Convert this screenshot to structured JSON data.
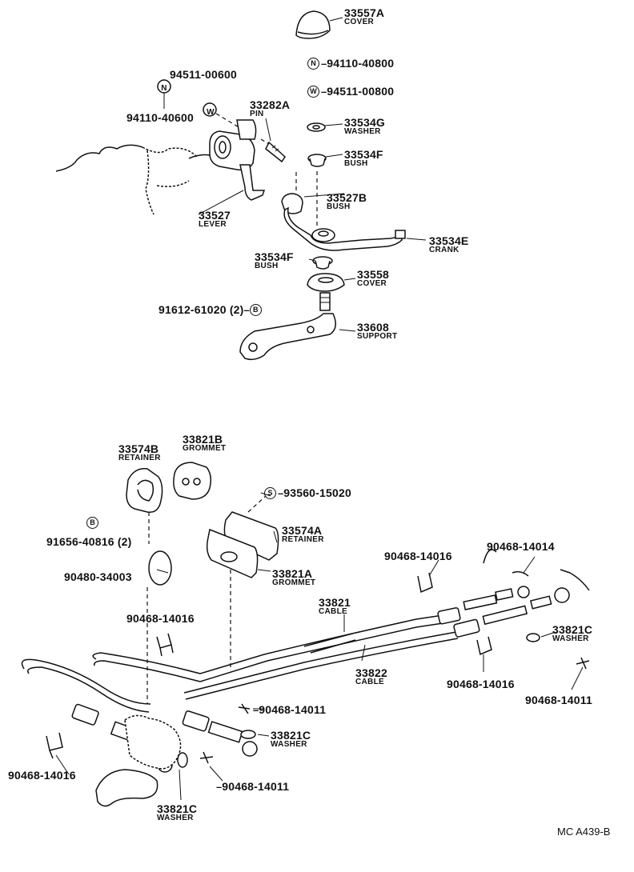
{
  "callouts": [
    {
      "id": "c1",
      "part": "33557A",
      "desc": "COVER",
      "sym": ""
    },
    {
      "id": "c2",
      "part": "94110-40800",
      "desc": "",
      "sym": "N"
    },
    {
      "id": "c3",
      "part": "94511-00800",
      "desc": "",
      "sym": "W"
    },
    {
      "id": "c4",
      "part": "94511-00600",
      "desc": "",
      "sym": ""
    },
    {
      "id": "c5",
      "part": "94110-40600",
      "desc": "",
      "sym": ""
    },
    {
      "id": "c6",
      "part": "33282A",
      "desc": "PIN",
      "sym": ""
    },
    {
      "id": "c7",
      "part": "33534G",
      "desc": "WASHER",
      "sym": ""
    },
    {
      "id": "c8",
      "part": "33534F",
      "desc": "BUSH",
      "sym": ""
    },
    {
      "id": "c9",
      "part": "33527B",
      "desc": "BUSH",
      "sym": ""
    },
    {
      "id": "c10",
      "part": "33527",
      "desc": "LEVER",
      "sym": ""
    },
    {
      "id": "c11",
      "part": "33534E",
      "desc": "CRANK",
      "sym": ""
    },
    {
      "id": "c12",
      "part": "33534F",
      "desc": "BUSH",
      "sym": ""
    },
    {
      "id": "c13",
      "part": "33558",
      "desc": "COVER",
      "sym": ""
    },
    {
      "id": "c14",
      "part": "91612-61020 (2)",
      "desc": "",
      "sym": "B"
    },
    {
      "id": "c15",
      "part": "33608",
      "desc": "SUPPORT",
      "sym": ""
    },
    {
      "id": "c16",
      "part": "33574B",
      "desc": "RETAINER",
      "sym": ""
    },
    {
      "id": "c17",
      "part": "33821B",
      "desc": "GROMMET",
      "sym": ""
    },
    {
      "id": "c18",
      "part": "93560-15020",
      "desc": "",
      "sym": "S"
    },
    {
      "id": "c19",
      "part": "91656-40816 (2)",
      "desc": "",
      "sym": "B"
    },
    {
      "id": "c20",
      "part": "33574A",
      "desc": "RETAINER",
      "sym": ""
    },
    {
      "id": "c21",
      "part": "90480-34003",
      "desc": "",
      "sym": ""
    },
    {
      "id": "c22",
      "part": "33821A",
      "desc": "GROMMET",
      "sym": ""
    },
    {
      "id": "c23",
      "part": "90468-14016",
      "desc": "",
      "sym": ""
    },
    {
      "id": "c24",
      "part": "90468-14014",
      "desc": "",
      "sym": ""
    },
    {
      "id": "c25",
      "part": "90468-14016",
      "desc": "",
      "sym": ""
    },
    {
      "id": "c26",
      "part": "33821",
      "desc": "CABLE",
      "sym": ""
    },
    {
      "id": "c27",
      "part": "33821C",
      "desc": "WASHER",
      "sym": ""
    },
    {
      "id": "c28",
      "part": "33822",
      "desc": "CABLE",
      "sym": ""
    },
    {
      "id": "c29",
      "part": "90468-14016",
      "desc": "",
      "sym": ""
    },
    {
      "id": "c30",
      "part": "90468-14011",
      "desc": "",
      "sym": ""
    },
    {
      "id": "c31",
      "part": "90468-14011",
      "desc": "",
      "sym": ""
    },
    {
      "id": "c32",
      "part": "33821C",
      "desc": "WASHER",
      "sym": ""
    },
    {
      "id": "c33",
      "part": "90468-14016",
      "desc": "",
      "sym": ""
    },
    {
      "id": "c34",
      "part": "90468-14011",
      "desc": "",
      "sym": ""
    },
    {
      "id": "c35",
      "part": "33821C",
      "desc": "WASHER",
      "sym": ""
    }
  ],
  "symbols": {
    "n_left": "N",
    "w_left": "W"
  },
  "figure_ref": "MC A439-B"
}
